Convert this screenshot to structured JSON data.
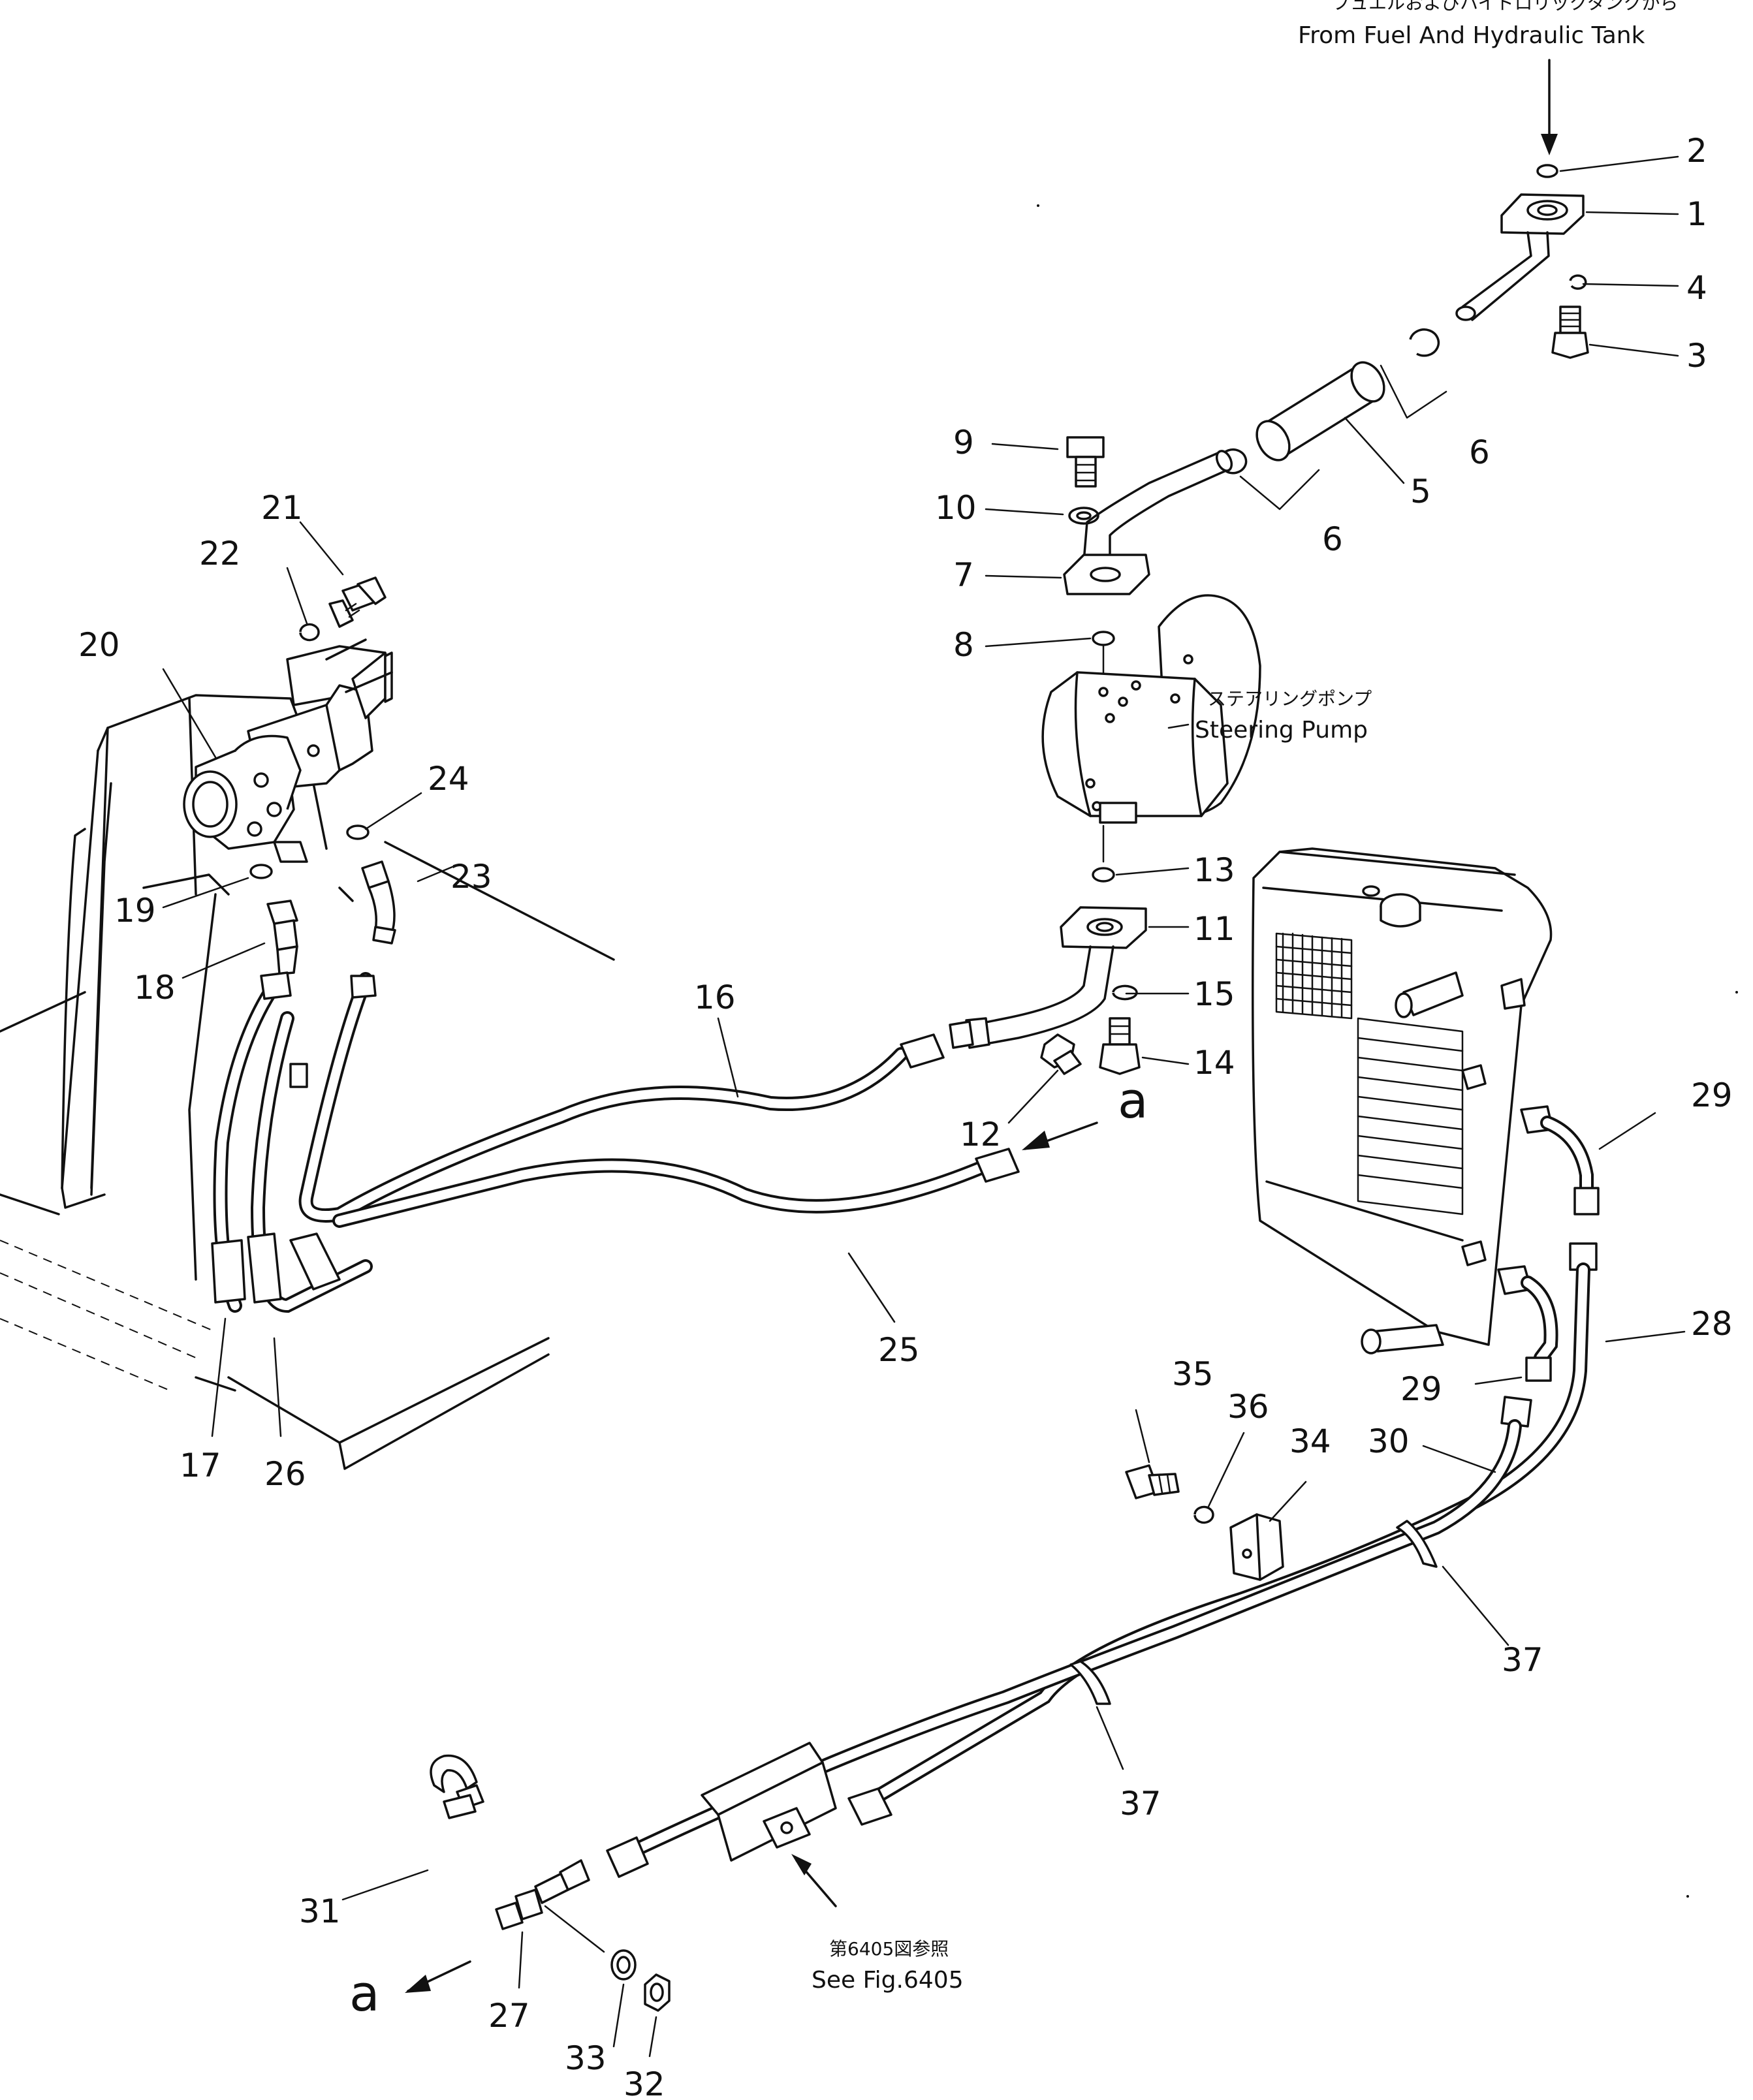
{
  "callouts": {
    "c1": "1",
    "c2": "2",
    "c3": "3",
    "c4": "4",
    "c5": "5",
    "c6a": "6",
    "c6b": "6",
    "c7": "7",
    "c8": "8",
    "c9": "9",
    "c10": "10",
    "c11": "11",
    "c12": "12",
    "c13": "13",
    "c14": "14",
    "c15": "15",
    "c16": "16",
    "c17": "17",
    "c18": "18",
    "c19": "19",
    "c20": "20",
    "c21": "21",
    "c22": "22",
    "c23": "23",
    "c24": "24",
    "c25": "25",
    "c26": "26",
    "c27": "27",
    "c28": "28",
    "c29a": "29",
    "c29b": "29",
    "c30": "30",
    "c31": "31",
    "c32": "32",
    "c33": "33",
    "c34": "34",
    "c35": "35",
    "c36": "36",
    "c37a": "37",
    "c37b": "37"
  },
  "labels": {
    "tank_jp": "フュエルおよびハイドロリックタンクから",
    "tank_en": "From  Fuel And Hydraulic Tank",
    "pump_jp": "ステアリングポンプ",
    "pump_en": "Steering Pump",
    "fig_jp": "第6405図参照",
    "fig_en": "See Fig.6405",
    "ref_a_top": "a",
    "ref_a_bottom": "a"
  }
}
